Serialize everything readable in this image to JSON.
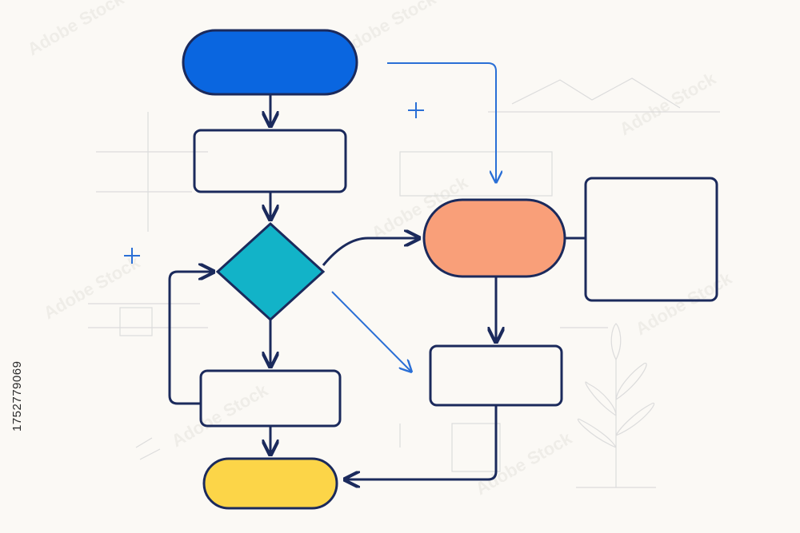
{
  "stock_id": "1752779069",
  "watermark": "Adobe Stock",
  "colors": {
    "background": "#fbf9f5",
    "stroke": "#1b2a5c",
    "accent_blue": "#2a6fd6",
    "start": "#0a66e0",
    "decision": "#12b3c8",
    "process": "#f99f79",
    "end": "#fcd548",
    "faint": "#dcdcdc"
  },
  "shapes": [
    {
      "id": "start-terminal",
      "kind": "terminal",
      "fill": "start"
    },
    {
      "id": "process-box-1",
      "kind": "process",
      "fill": "none"
    },
    {
      "id": "decision-diamond",
      "kind": "decision",
      "fill": "decision"
    },
    {
      "id": "process-box-loop",
      "kind": "process",
      "fill": "none"
    },
    {
      "id": "end-terminal",
      "kind": "terminal",
      "fill": "end"
    },
    {
      "id": "process-terminal-orange",
      "kind": "terminal",
      "fill": "process"
    },
    {
      "id": "side-panel",
      "kind": "panel",
      "fill": "none"
    },
    {
      "id": "process-box-right",
      "kind": "process",
      "fill": "none"
    }
  ]
}
